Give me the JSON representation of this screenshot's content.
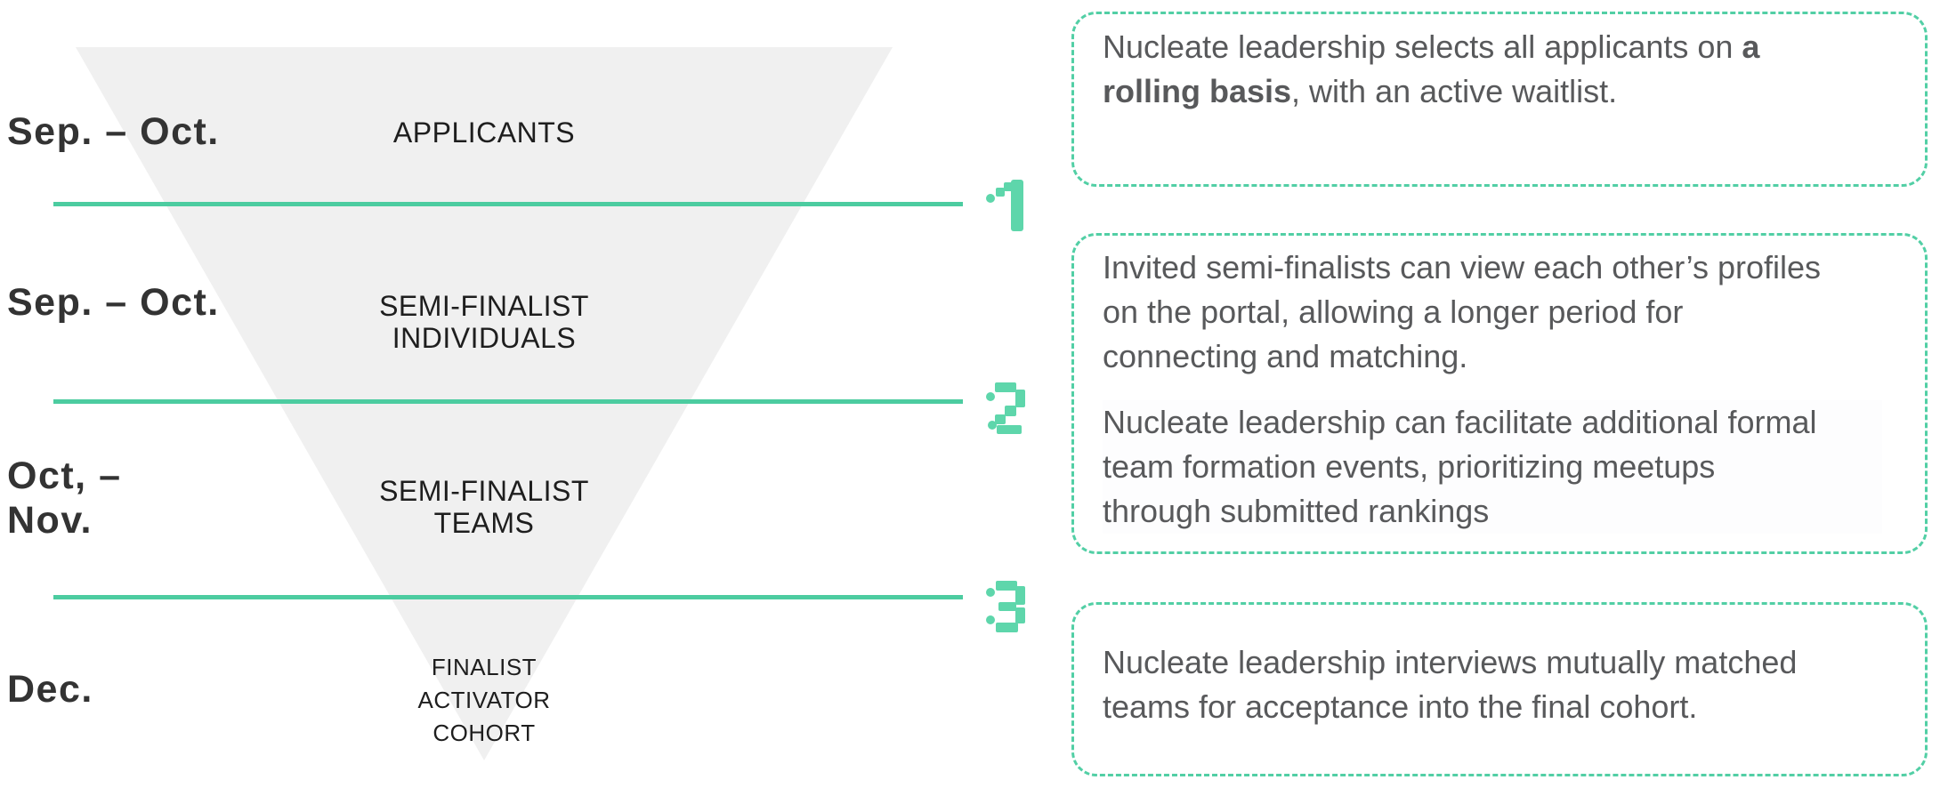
{
  "palette": {
    "line_green": "#4CCCA0",
    "digit_green": "#5ED6AB",
    "border_green": "#52CFA5",
    "triangle_gray": "#F0F0F0",
    "date_color": "#333333",
    "stage_label_color": "#1E1E1E",
    "body_text_color": "#58595B",
    "background": "#FFFFFF"
  },
  "funnel": {
    "stages": [
      {
        "date_lines": [
          "Sep. – Oct."
        ],
        "label_lines": [
          "APPLICANTS"
        ]
      },
      {
        "date_lines": [
          "Sep. – Oct."
        ],
        "label_lines": [
          "SEMI-FINALIST",
          "INDIVIDUALS"
        ]
      },
      {
        "date_lines": [
          "Oct, –",
          "Nov."
        ],
        "label_lines": [
          "SEMI-FINALIST",
          "TEAMS"
        ]
      },
      {
        "date_lines": [
          "Dec."
        ],
        "label_lines": [
          "FINALIST",
          "ACTIVATOR",
          "COHORT"
        ]
      }
    ],
    "dividers": [
      {
        "number": "1"
      },
      {
        "number": "2"
      },
      {
        "number": "3"
      }
    ]
  },
  "notes": [
    {
      "paragraphs": [
        [
          {
            "text": "Nucleate leadership selects all applicants on ",
            "bold": false
          },
          {
            "text": "a\nrolling basis",
            "bold": true
          },
          {
            "text": ", with an active waitlist.",
            "bold": false
          }
        ]
      ]
    },
    {
      "paragraphs": [
        [
          {
            "text": "Invited semi-finalists can view each other’s profiles\non the portal, allowing a longer period for\nconnecting and matching.",
            "bold": false
          }
        ],
        [
          {
            "text": "Nucleate leadership can facilitate additional formal\nteam formation events, prioritizing meetups\nthrough submitted rankings",
            "bold": false
          }
        ]
      ]
    },
    {
      "paragraphs": [
        [
          {
            "text": "Nucleate leadership interviews mutually matched\nteams for acceptance into the final cohort.",
            "bold": false
          }
        ]
      ]
    }
  ]
}
